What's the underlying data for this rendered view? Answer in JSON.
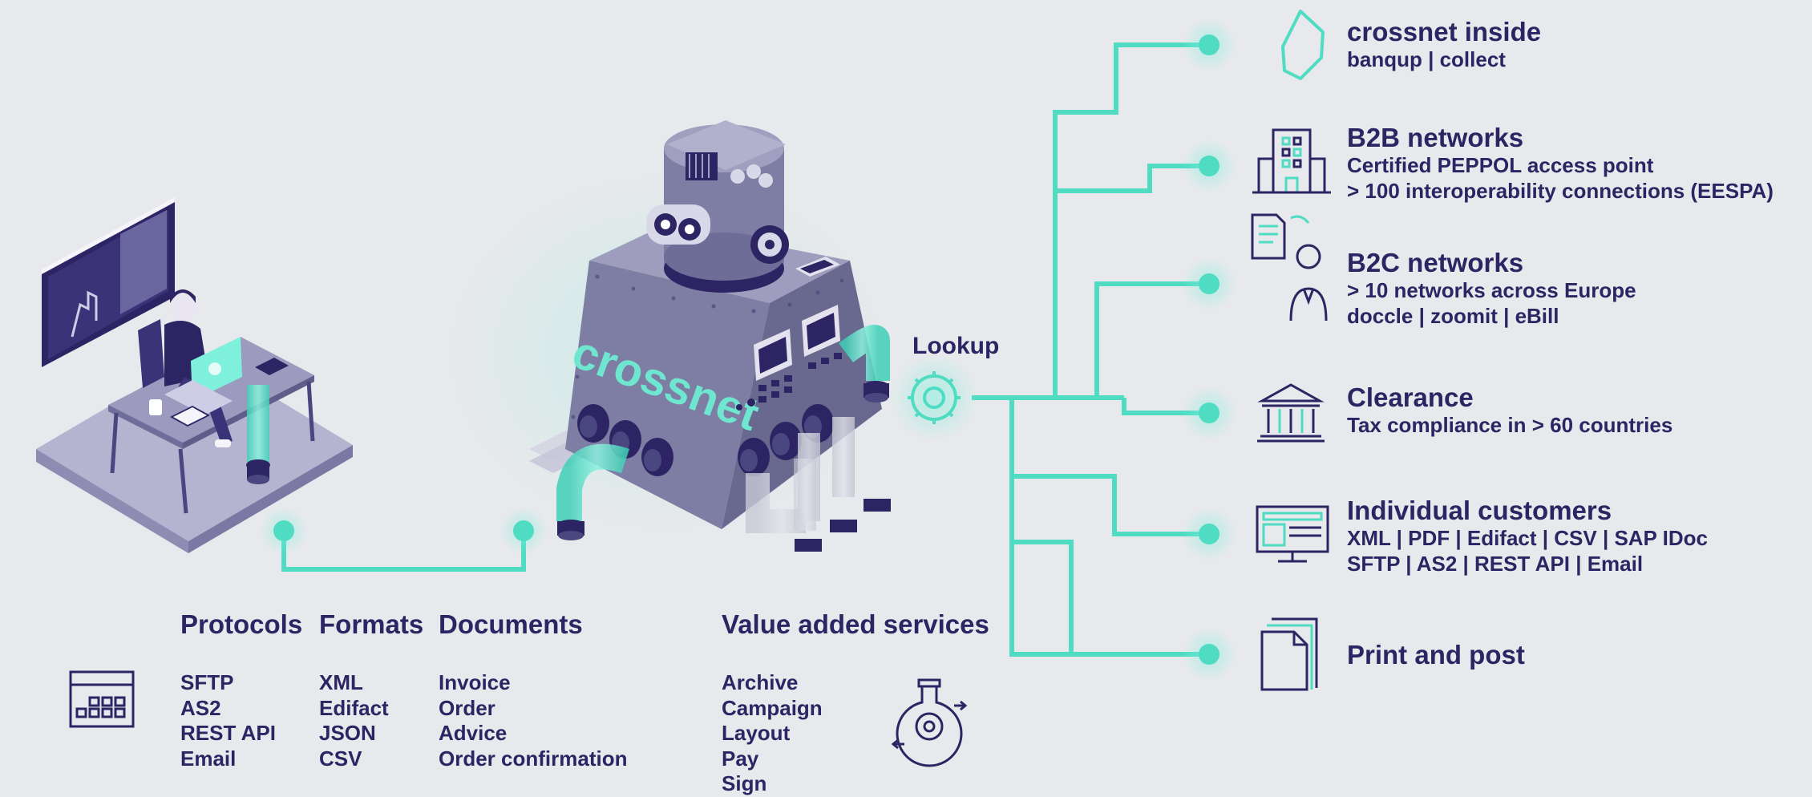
{
  "robot": {
    "brand_label": "crossnet"
  },
  "lookup": {
    "label": "Lookup"
  },
  "destinations": [
    {
      "title": "crossnet inside",
      "lines": [
        "banqup | collect"
      ],
      "icon": "crossnet-logo-icon"
    },
    {
      "title": "B2B networks",
      "lines": [
        "Certified PEPPOL access point",
        "> 100 interoperability connections (EESPA)"
      ],
      "icon": "office-building-icon"
    },
    {
      "title": "B2C networks",
      "lines": [
        "> 10 networks across Europe",
        "doccle | zoomit | eBill"
      ],
      "icon": "document-person-icon"
    },
    {
      "title": "Clearance",
      "lines": [
        "Tax compliance in > 60 countries"
      ],
      "icon": "government-building-icon"
    },
    {
      "title": "Individual customers",
      "lines": [
        "XML | PDF | Edifact | CSV | SAP IDoc",
        "SFTP | AS2 | REST API | Email"
      ],
      "icon": "monitor-icon"
    },
    {
      "title": "Print and post",
      "lines": [],
      "icon": "paper-documents-icon"
    }
  ],
  "columns": {
    "protocols": {
      "title": "Protocols",
      "items": [
        "SFTP",
        "AS2",
        "REST API",
        "Email"
      ]
    },
    "formats": {
      "title": "Formats",
      "items": [
        "XML",
        "Edifact",
        "JSON",
        "CSV"
      ]
    },
    "documents": {
      "title": "Documents",
      "items": [
        "Invoice",
        "Order",
        "Advice",
        "Order confirmation"
      ]
    },
    "services": {
      "title": "Value added services",
      "items": [
        "Archive",
        "Campaign",
        "Layout",
        "Pay",
        "Sign"
      ]
    }
  },
  "colors": {
    "accent": "#4fdcc3",
    "text": "#2d2563",
    "background": "#e8e9ec",
    "metal": "#8d8cab"
  }
}
